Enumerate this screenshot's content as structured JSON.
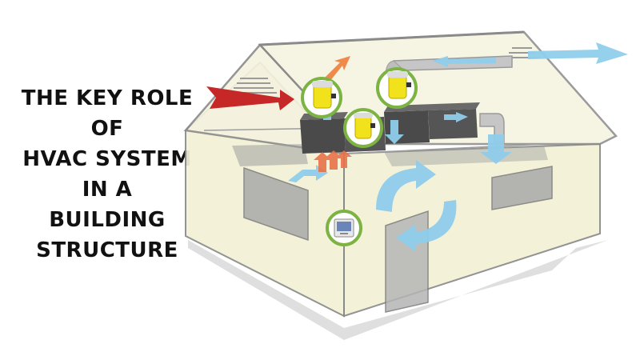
{
  "title": {
    "lines": [
      "THE KEY ROLE",
      "OF",
      "HVAC SYSTEM",
      "IN A",
      "BUILDING",
      "STRUCTURE"
    ]
  },
  "colors": {
    "wall_fill": "#f3f1d6",
    "roof_fill": "#f5f3df",
    "outline": "#8a8a8a",
    "duct_gray": "#b9b9b9",
    "unit_dark": "#4a4a4a",
    "fan_yellow": "#f2e21b",
    "ring_green": "#7cb342",
    "arrow_blue": "#8fcdeb",
    "arrow_red": "#c62828",
    "arrow_orange": "#f08a4b",
    "shadow": "#bdbdbd"
  },
  "icons": {
    "fan_units": [
      "fan-unit-icon",
      "fan-unit-icon",
      "fan-unit-icon"
    ],
    "thermostat": "thermostat-icon"
  }
}
